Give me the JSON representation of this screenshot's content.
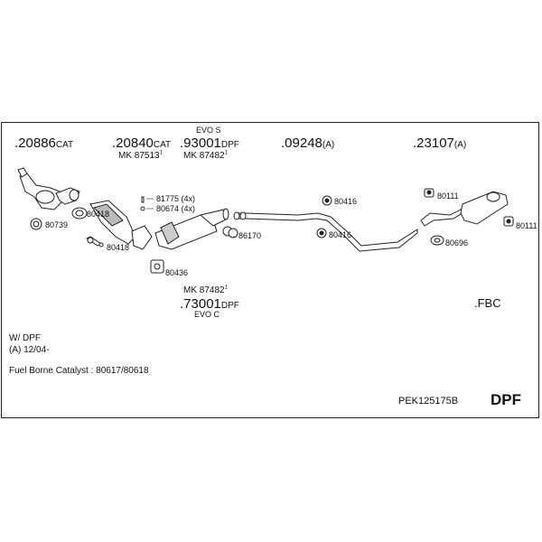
{
  "main_parts": {
    "p1": {
      "num": ".20886",
      "suffix": "CAT"
    },
    "p2": {
      "num": ".20840",
      "suffix": "CAT",
      "mk": "MK 87513",
      "mk_sup": "1"
    },
    "p3": {
      "evo_top": "EVO S",
      "num": ".93001",
      "suffix": "DPF",
      "mk": "MK 87482",
      "mk_sup": "1"
    },
    "p4": {
      "num": ".09248",
      "suffix": "(A)"
    },
    "p5": {
      "num": ".23107",
      "suffix": "(A)"
    },
    "p6": {
      "mk": "MK 87482",
      "mk_sup": "1",
      "num": ".73001",
      "suffix": "DPF",
      "evo_bottom": "EVO C"
    },
    "fbc": ".FBC"
  },
  "small_parts": {
    "p80739": "80739",
    "p80418a": "80418",
    "p80418b": "80418",
    "p81775": "81775 (4x)",
    "p80674": "80674 (4x)",
    "p80436": "80436",
    "p86170": "86170",
    "p80416a": "80416",
    "p80416b": "80416",
    "p80111a": "80111",
    "p80111b": "80111",
    "p80696": "80696"
  },
  "notes": {
    "line1": "W/ DPF",
    "line2": "(A) 12/04-",
    "line3": "Fuel Borne Catalyst : 80617/80618"
  },
  "footer": {
    "code": "PEK125175B",
    "type": "DPF"
  }
}
